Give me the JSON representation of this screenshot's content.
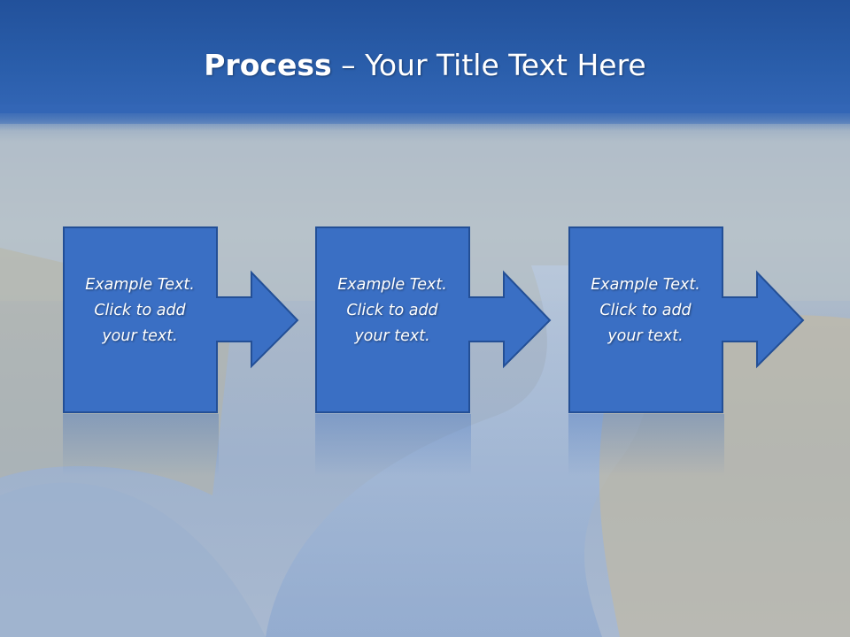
{
  "slide": {
    "title_bold": "Process",
    "title_rest": " – Your Title Text Here"
  },
  "steps": [
    {
      "text": "Example Text.\nClick  to add\nyour text."
    },
    {
      "text": "Example Text.\nClick  to add\nyour text."
    },
    {
      "text": "Example Text.\nClick  to add\nyour text."
    }
  ],
  "colors": {
    "title_bar": "#2a5eab",
    "box_fill": "#3a6fc4",
    "box_stroke": "#234f96"
  }
}
